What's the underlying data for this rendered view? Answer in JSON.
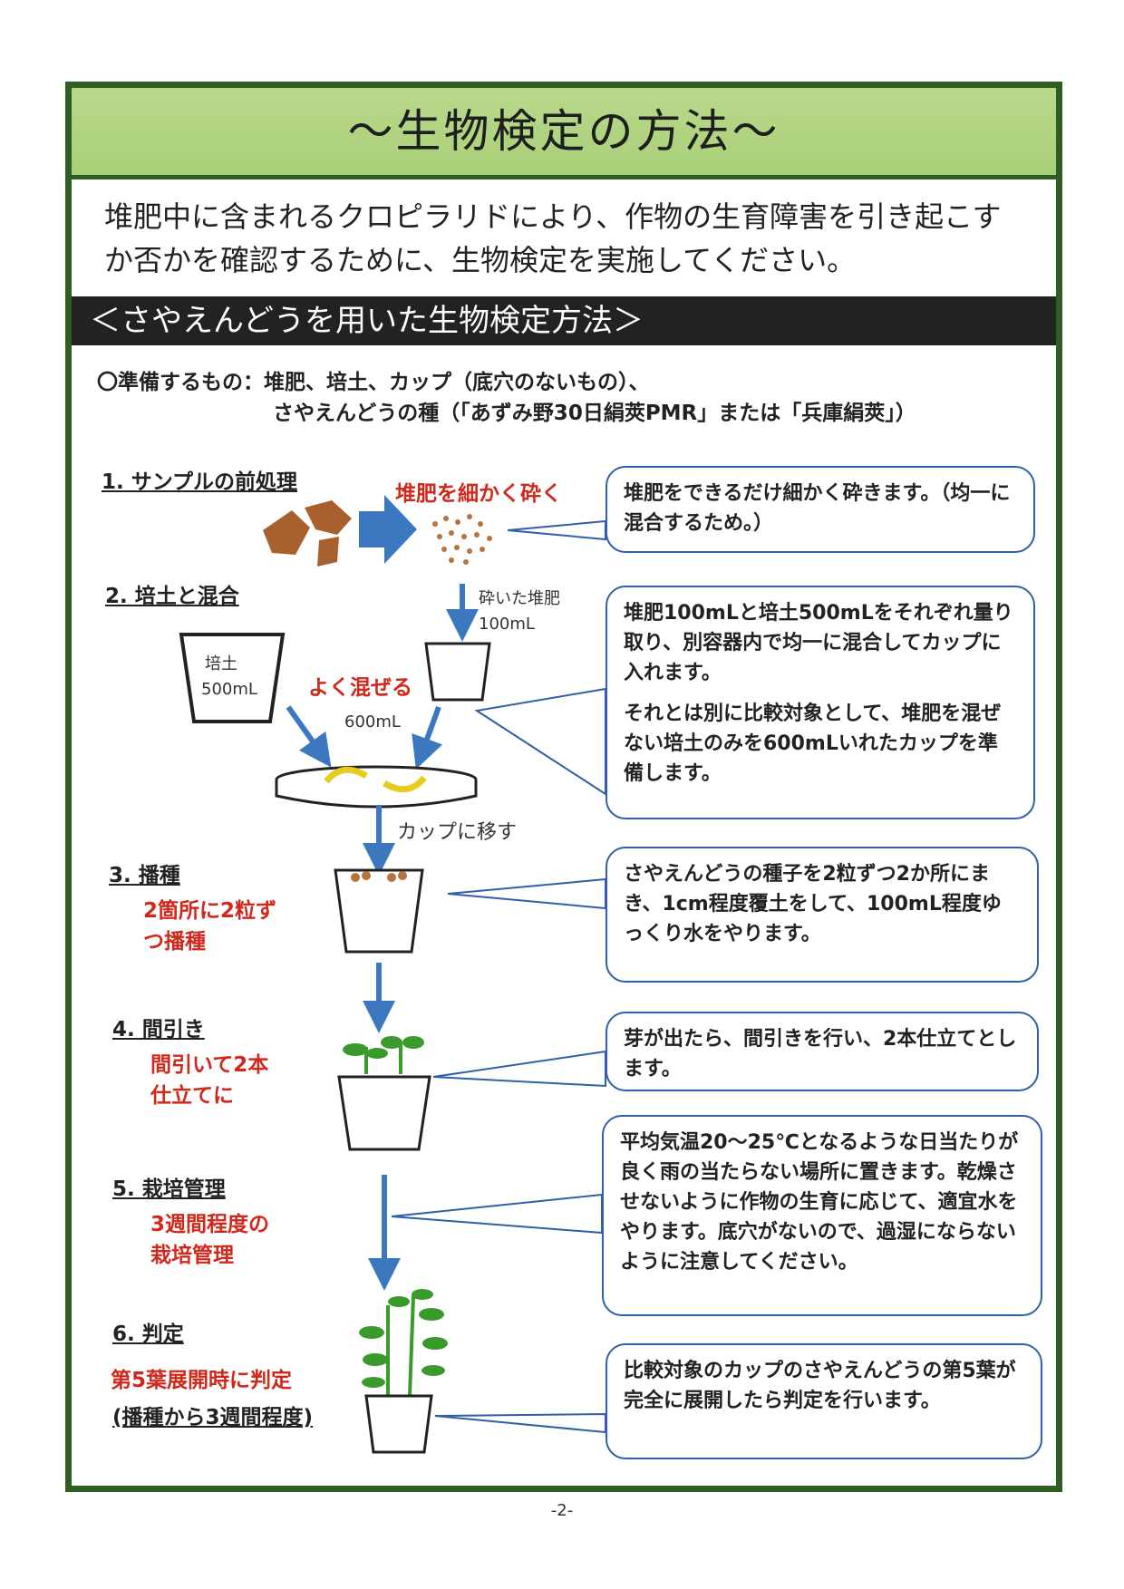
{
  "title": "～生物検定の方法～",
  "intro": "堆肥中に含まれるクロピラリドにより、作物の生育障害を引き起こすか否かを確認するために、生物検定を実施してください。",
  "section_title": "＜さやえんどうを用いた生物検定方法＞",
  "prep_line1": "〇準備するもの：堆肥、培土、カップ（底穴のないもの）、",
  "prep_line2": "さやえんどうの種（「あずみ野30日絹莢PMR」または「兵庫絹莢」）",
  "steps": [
    {
      "label": "1. サンプルの前処理"
    },
    {
      "label": "2. 培土と混合"
    },
    {
      "label": "3. 播種",
      "note": "2箇所に2粒ずつ播種"
    },
    {
      "label": "4. 間引き",
      "note": "間引いて2本仕立てに"
    },
    {
      "label": "5. 栽培管理",
      "note": "3週間程度の栽培管理"
    },
    {
      "label": "6. 判定",
      "note": "第5葉展開時に判定",
      "note2": "(播種から3週間程度)"
    }
  ],
  "diagram": {
    "crush_label": "堆肥を細かく砕く",
    "crushed_compost": "砕いた堆肥",
    "crushed_volume": "100mL",
    "soil": "培土",
    "soil_volume": "500mL",
    "mix_label": "よく混ぜる",
    "mix_volume": "600mL",
    "transfer_label": "カップに移す"
  },
  "boxes": {
    "b1": "堆肥をできるだけ細かく砕きます。（均一に混合するため。）",
    "b2a": "堆肥100mLと培土500mLをそれぞれ量り取り、別容器内で均一に混合してカップに入れます。",
    "b2b": "それとは別に比較対象として、堆肥を混ぜない培土のみを600mLいれたカップを準備します。",
    "b3": "さやえんどうの種子を2粒ずつ2か所にまき、1cm程度覆土をして、100mL程度ゆっくり水をやります。",
    "b4": "芽が出たら、間引きを行い、2本仕立てとします。",
    "b5": "平均気温20～25℃となるような日当たりが良く雨の当たらない場所に置きます。乾燥させないように作物の生育に応じて、適宜水をやります。底穴がないので、過湿にならないように注意してください。",
    "b6": "比較対象のカップのさやえんどうの第5葉が完全に展開したら判定を行います。"
  },
  "page_number": "-2-",
  "colors": {
    "frame": "#2e5e23",
    "title_bg": "#a9cf78",
    "accent_red": "#d1281c",
    "arrow_blue": "#3b78c0",
    "box_border": "#2f5fa8"
  }
}
